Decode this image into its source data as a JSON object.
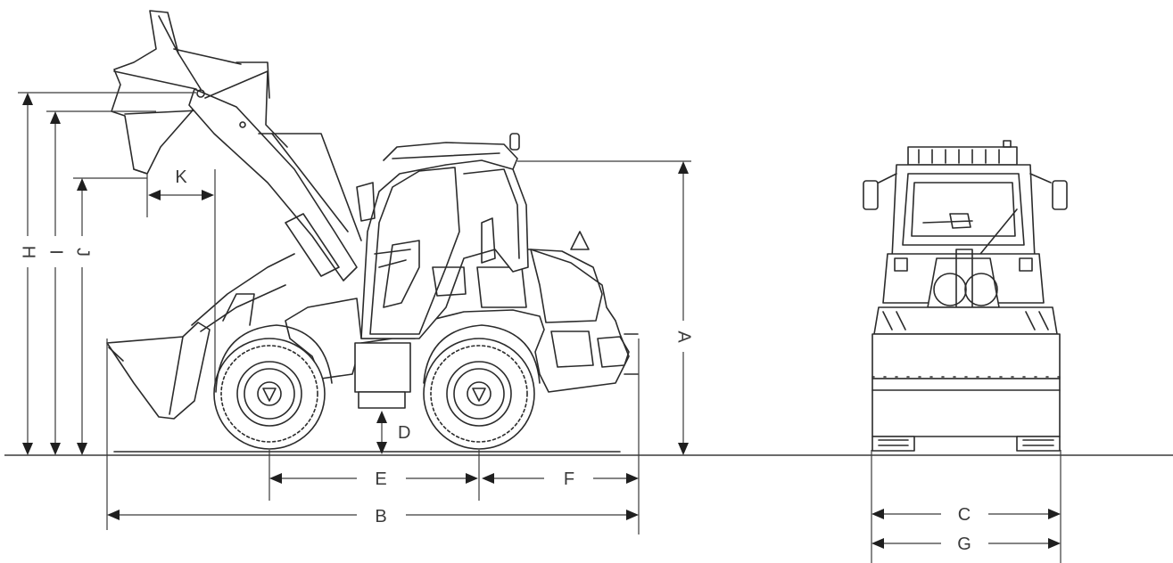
{
  "labels": {
    "A": "A",
    "B": "B",
    "C": "C",
    "D": "D",
    "E": "E",
    "F": "F",
    "G": "G",
    "H": "H",
    "I": "I",
    "J": "J",
    "K": "K"
  },
  "colors": {
    "line": "#2b2b2b",
    "dimension": "#3a3a3a",
    "background": "#ffffff"
  }
}
